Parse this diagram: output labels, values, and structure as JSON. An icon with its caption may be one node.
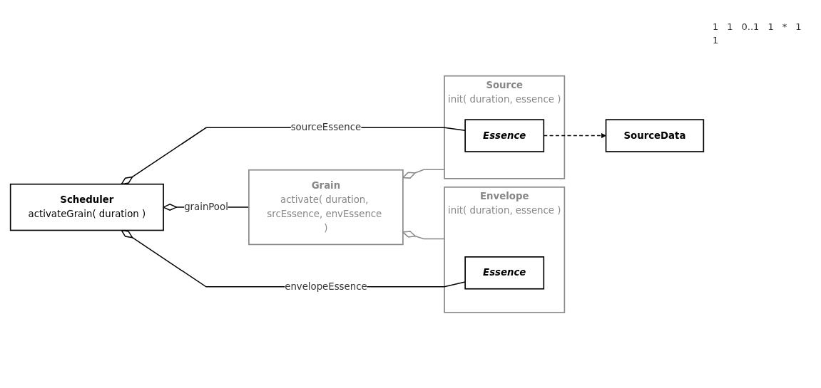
{
  "diagram": {
    "nodes": [
      {
        "text": [
          "Source",
          "init( duration, essence )"
        ]
      },
      {
        "text": [
          "Essence"
        ],
        "in": 0
      },
      {
        "text": [
          "SourceData"
        ]
      },
      {
        "text": [
          "Scheduler",
          "activateGrain( duration )"
        ]
      },
      {
        "text": [
          "Grain",
          "activate( duration, srcEssence, envEssence )"
        ]
      },
      {
        "text": [
          "Envelope",
          "init( duration, essence )"
        ]
      },
      {
        "text": [
          "Essence"
        ],
        "in": 5
      }
    ],
    "edges": [
      {
        "from": 3,
        "to": 1,
        "arrow": "other",
        "label": "sourceEssence"
      },
      {
        "from": 1,
        "to": 2,
        "arrow": "to",
        "style": "dashed"
      },
      {
        "from": 4,
        "to": 0,
        "arrow": "other",
        "color": "#888888"
      },
      {
        "from": 3,
        "to": 4,
        "arrow": "other",
        "label": "grainPool"
      },
      {
        "from": 4,
        "to": 5,
        "arrow": "other",
        "color": "#888888"
      },
      {
        "from": 3,
        "to": 6,
        "arrow": "other",
        "label": "envelopeEssence"
      }
    ],
    "labels": [
      "1",
      "1",
      "0..1",
      "1",
      "*",
      "1",
      "1"
    ]
  }
}
